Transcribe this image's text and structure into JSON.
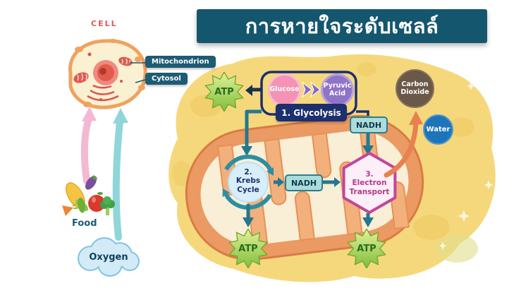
{
  "title": "การหายใจระดับเซลล์",
  "cell": {
    "label": "CELL",
    "badges": {
      "mitochondrion": "Mitochondrion",
      "cytosol": "Cytosol"
    }
  },
  "inputs": {
    "food": "Food",
    "oxygen": "Oxygen"
  },
  "glycolysis": {
    "glucose": "Glucose",
    "pyruvic_acid": "Pyruvic\nAcid",
    "label": "1. Glycolysis"
  },
  "krebs": {
    "label": "2.\nKrebs\nCycle"
  },
  "electron_transport": {
    "label": "3.\nElectron\nTransport"
  },
  "molecules": {
    "nadh_upper": "NADH",
    "nadh_lower": "NADH",
    "atp": "ATP",
    "carbon_dioxide": "Carbon\nDioxide",
    "water": "Water"
  },
  "colors": {
    "banner_teal": "#15566f",
    "atp_green": "#8cc63e",
    "arrow_teal": "#23788e",
    "mito_orange": "#ea9a62",
    "cytoplasm_yellow": "#f6d87c",
    "glucose_pink": "#f493b5",
    "pyruvate_purple": "#8f74c7",
    "glycolysis_navy": "#1c2f6e",
    "nadh_fill": "#abdcd9",
    "krebs_blue": "#d8eef8",
    "electron_transport_magenta": "#c2459e",
    "co2_brown": "#6a5848",
    "water_blue": "#1e74b8",
    "oxygen_cloud_blue": "#d2ebf7",
    "cell_red": "#e2584b"
  }
}
